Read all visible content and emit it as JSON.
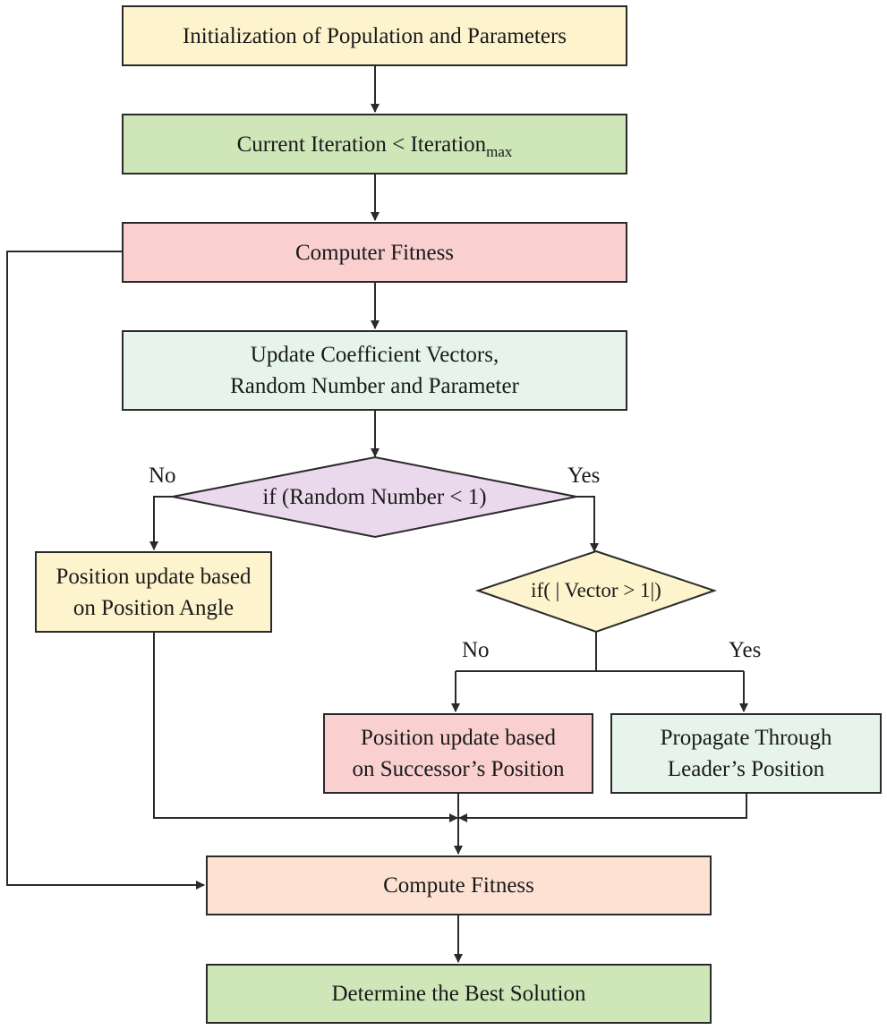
{
  "colors": {
    "yellow": "#fdf3cc",
    "green": "#cfe6b8",
    "pink": "#f9cfcf",
    "mint": "#e6f4ec",
    "lavender": "#ead8ec",
    "peach": "#fde2d3",
    "stroke": "#2a2a2a"
  },
  "nodes": {
    "init": {
      "text": "Initialization of Population and Parameters"
    },
    "loop": {
      "text": "Current Iteration < Iteration",
      "sub": "max"
    },
    "fitness1": {
      "text": "Computer Fitness"
    },
    "update": {
      "line1": "Update Coefficient Vectors,",
      "line2": "Random Number and Parameter"
    },
    "decision1": {
      "text": "if (Random Number < 1)",
      "no": "No",
      "yes": "Yes"
    },
    "angle": {
      "line1": "Position update based",
      "line2": "on Position Angle"
    },
    "decision2": {
      "text": "if( | Vector > 1|)",
      "no": "No",
      "yes": "Yes"
    },
    "successor": {
      "line1": "Position update based",
      "line2": "on Successor’s Position"
    },
    "leader": {
      "line1": "Propagate Through",
      "line2": "Leader’s Position"
    },
    "fitness2": {
      "text": "Compute Fitness"
    },
    "best": {
      "text": "Determine the Best Solution"
    }
  }
}
